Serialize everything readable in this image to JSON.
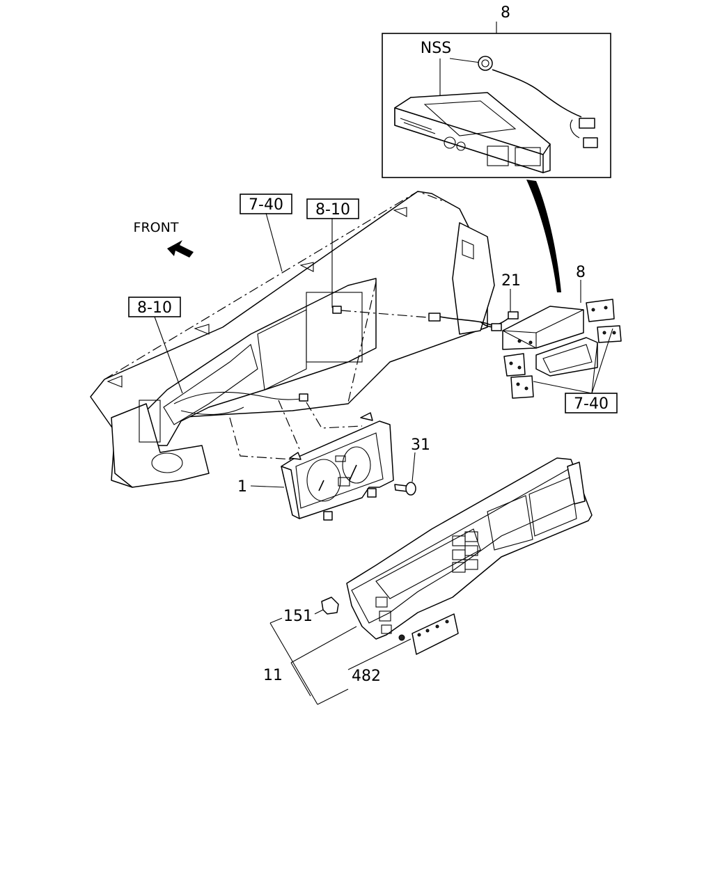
{
  "direction_label": "FRONT",
  "references": {
    "ref_7_40_top": "7-40",
    "ref_8_10_top": "8-10",
    "ref_8_10_left": "8-10",
    "ref_7_40_right": "7-40"
  },
  "callouts": {
    "inset_part": "8",
    "inset_nss": "NSS",
    "audio_unit": "8",
    "harness": "21",
    "meter_assembly": "1",
    "screw": "31",
    "clip": "151",
    "cluster_panel": "11",
    "label_plate": "482"
  }
}
